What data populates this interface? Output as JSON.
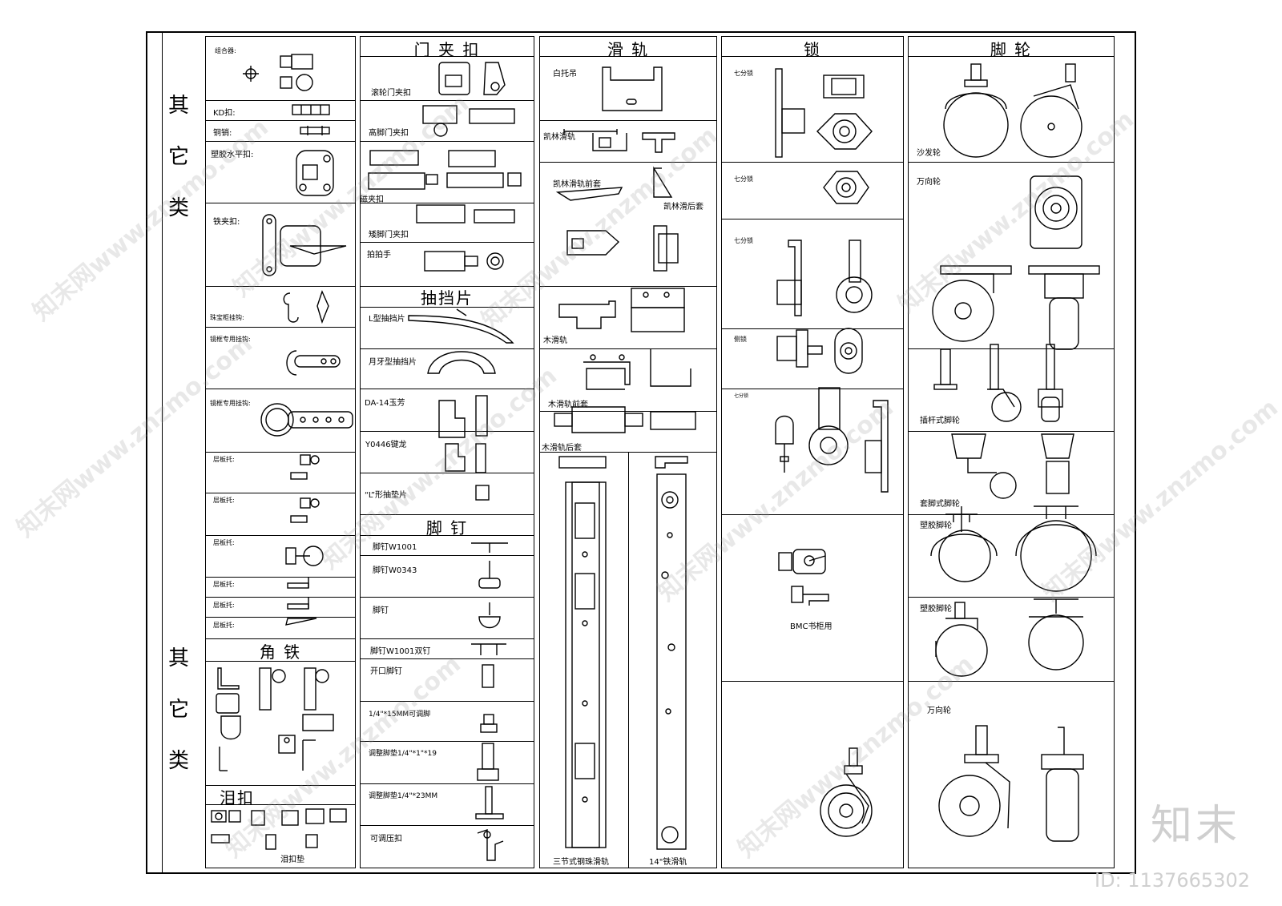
{
  "side_labels": {
    "top": [
      "其",
      "它",
      "类"
    ],
    "bottom": [
      "其",
      "它",
      "类"
    ]
  },
  "columns": {
    "misc": {
      "items": [
        "组合器:",
        "KD扣:",
        "铜销:",
        "塑胶水平扣:",
        "铁夹扣:",
        "珠宝柜挂钩:",
        "镜框专用挂钩:",
        "镜框专用挂钩:",
        "层板托:",
        "层板托:",
        "层板托:",
        "层板托:",
        "层板托:",
        "层板托:"
      ],
      "sub_headers": {
        "corner": "角  铁",
        "tear": "泪扣"
      },
      "tear_caption": "泪扣垫"
    },
    "door": {
      "header": "门 夹 扣",
      "items": [
        "滚轮门夹扣",
        "高脚门夹扣",
        "磁夹扣",
        "矮脚门夹扣",
        "拍拍手"
      ],
      "sub_header_drawer": "抽挡片",
      "drawer_items": [
        "L型抽挡片",
        "月牙型抽挡片",
        "DA-14玉芳",
        "Y0446键龙",
        "“L”形抽垫片"
      ],
      "sub_header_nail": "脚 钉",
      "nail_items": [
        "脚钉W1001",
        "脚钉W0343",
        "脚钉",
        "脚钉W1001双钉",
        "开口脚钉",
        "1/4\"*15MM可调脚",
        "调整脚垫1/4\"*1\"*19",
        "调整脚垫1/4\"*23MM",
        "可调压扣"
      ]
    },
    "slide": {
      "header": "滑    轨",
      "items": [
        "白托吊",
        "凯林滑轨",
        "凯林滑轨前套",
        "凯林滑后套",
        "木滑轨",
        "木滑轨前套",
        "木滑轨后套",
        "三节式钢珠滑轨",
        "14\"铁滑轨"
      ]
    },
    "lock": {
      "header": "锁",
      "items": [
        "七分锁",
        "七分锁",
        "七分锁",
        "侧锁",
        "七分锁",
        "BMC书柜用"
      ]
    },
    "caster": {
      "header": "脚    轮",
      "items": [
        "沙发轮",
        "万向轮",
        "插杆式脚轮",
        "套脚式脚轮",
        "塑胶脚轮",
        "塑胶脚轮",
        "万向轮"
      ]
    }
  },
  "watermark": {
    "text": "知末网www.znzmo.com",
    "logo": "知末",
    "id": "ID: 1137665302"
  }
}
